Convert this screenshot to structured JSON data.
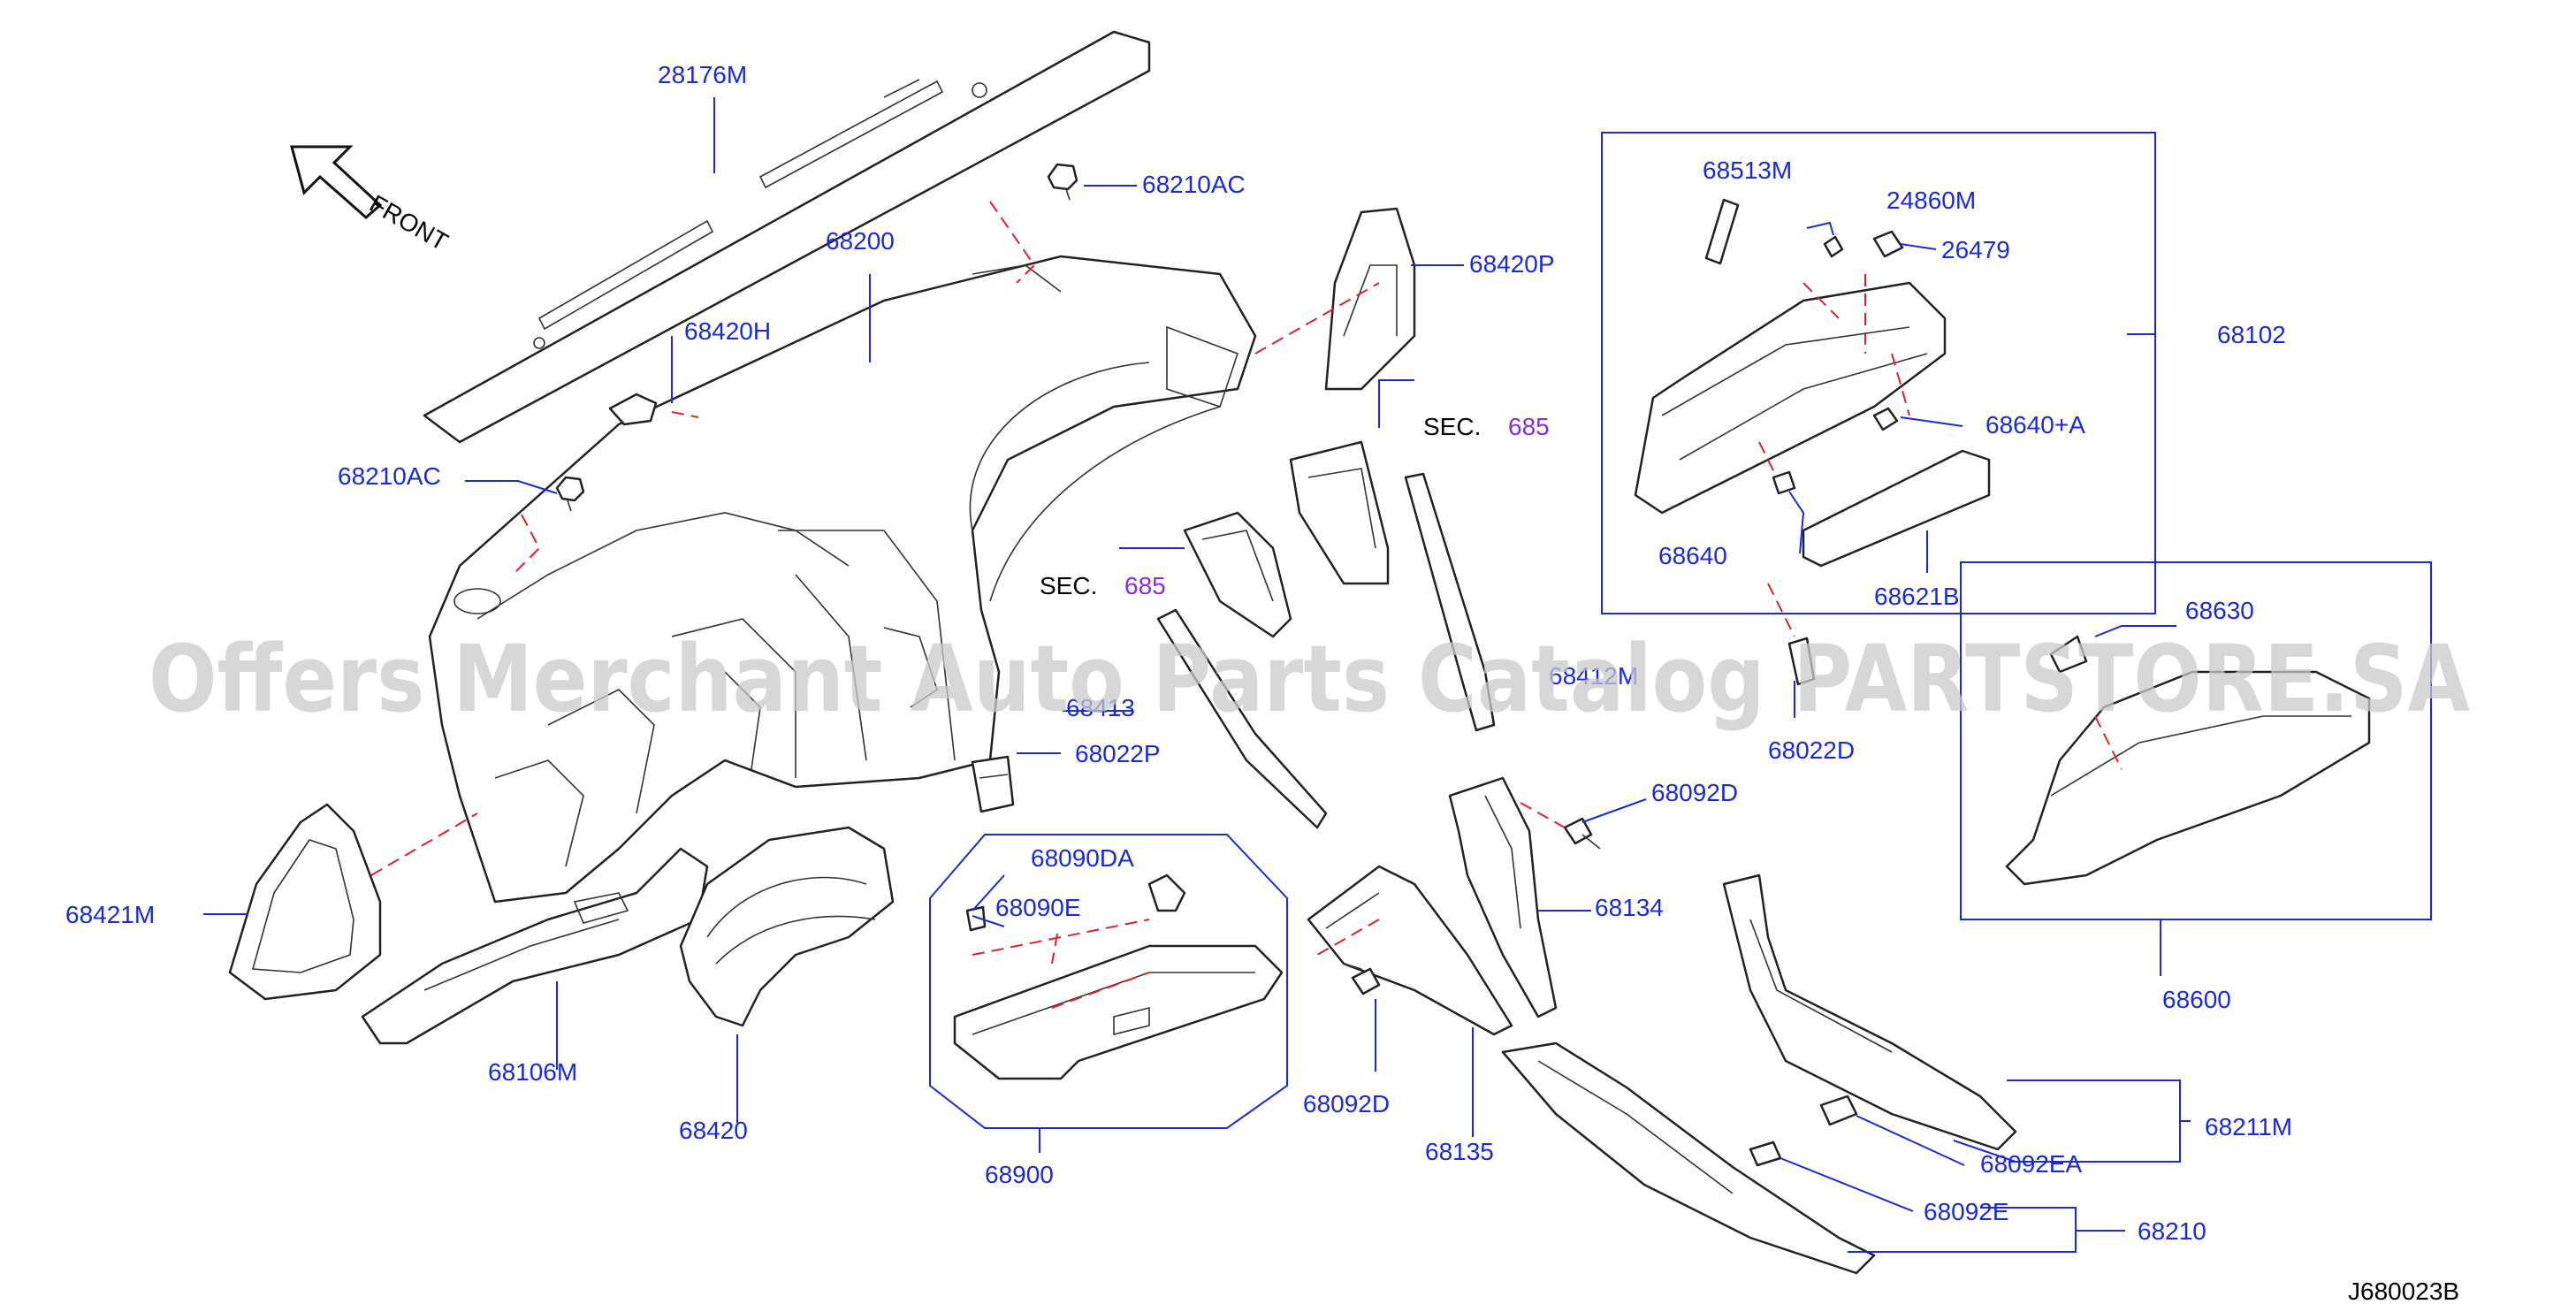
{
  "diagram": {
    "code": "J680023B",
    "front_label": "FRONT",
    "watermark": "Offers Merchant Auto Parts Catalog PARTSTORE.SA",
    "section_prefix": "SEC.",
    "section_number": "685",
    "parts": {
      "p28176M": "28176M",
      "p68210AC": "68210AC",
      "p68200": "68200",
      "p68420H": "68420H",
      "p68420P": "68420P",
      "p68413": "68413",
      "p68412M": "68412M",
      "p68022P": "68022P",
      "p68022D": "68022D",
      "p68421M": "68421M",
      "p68106M": "68106M",
      "p68420": "68420",
      "p68090DA": "68090DA",
      "p68090E": "68090E",
      "p68900": "68900",
      "p68092D": "68092D",
      "p68134": "68134",
      "p68135": "68135",
      "p68513M": "68513M",
      "p24860M": "24860M",
      "p26479": "26479",
      "p68102": "68102",
      "p68640A": "68640+A",
      "p68640": "68640",
      "p68621B": "68621B",
      "p68630": "68630",
      "p68600": "68600",
      "p68211M": "68211M",
      "p68092EA": "68092EA",
      "p68092E": "68092E",
      "p68210": "68210"
    }
  }
}
